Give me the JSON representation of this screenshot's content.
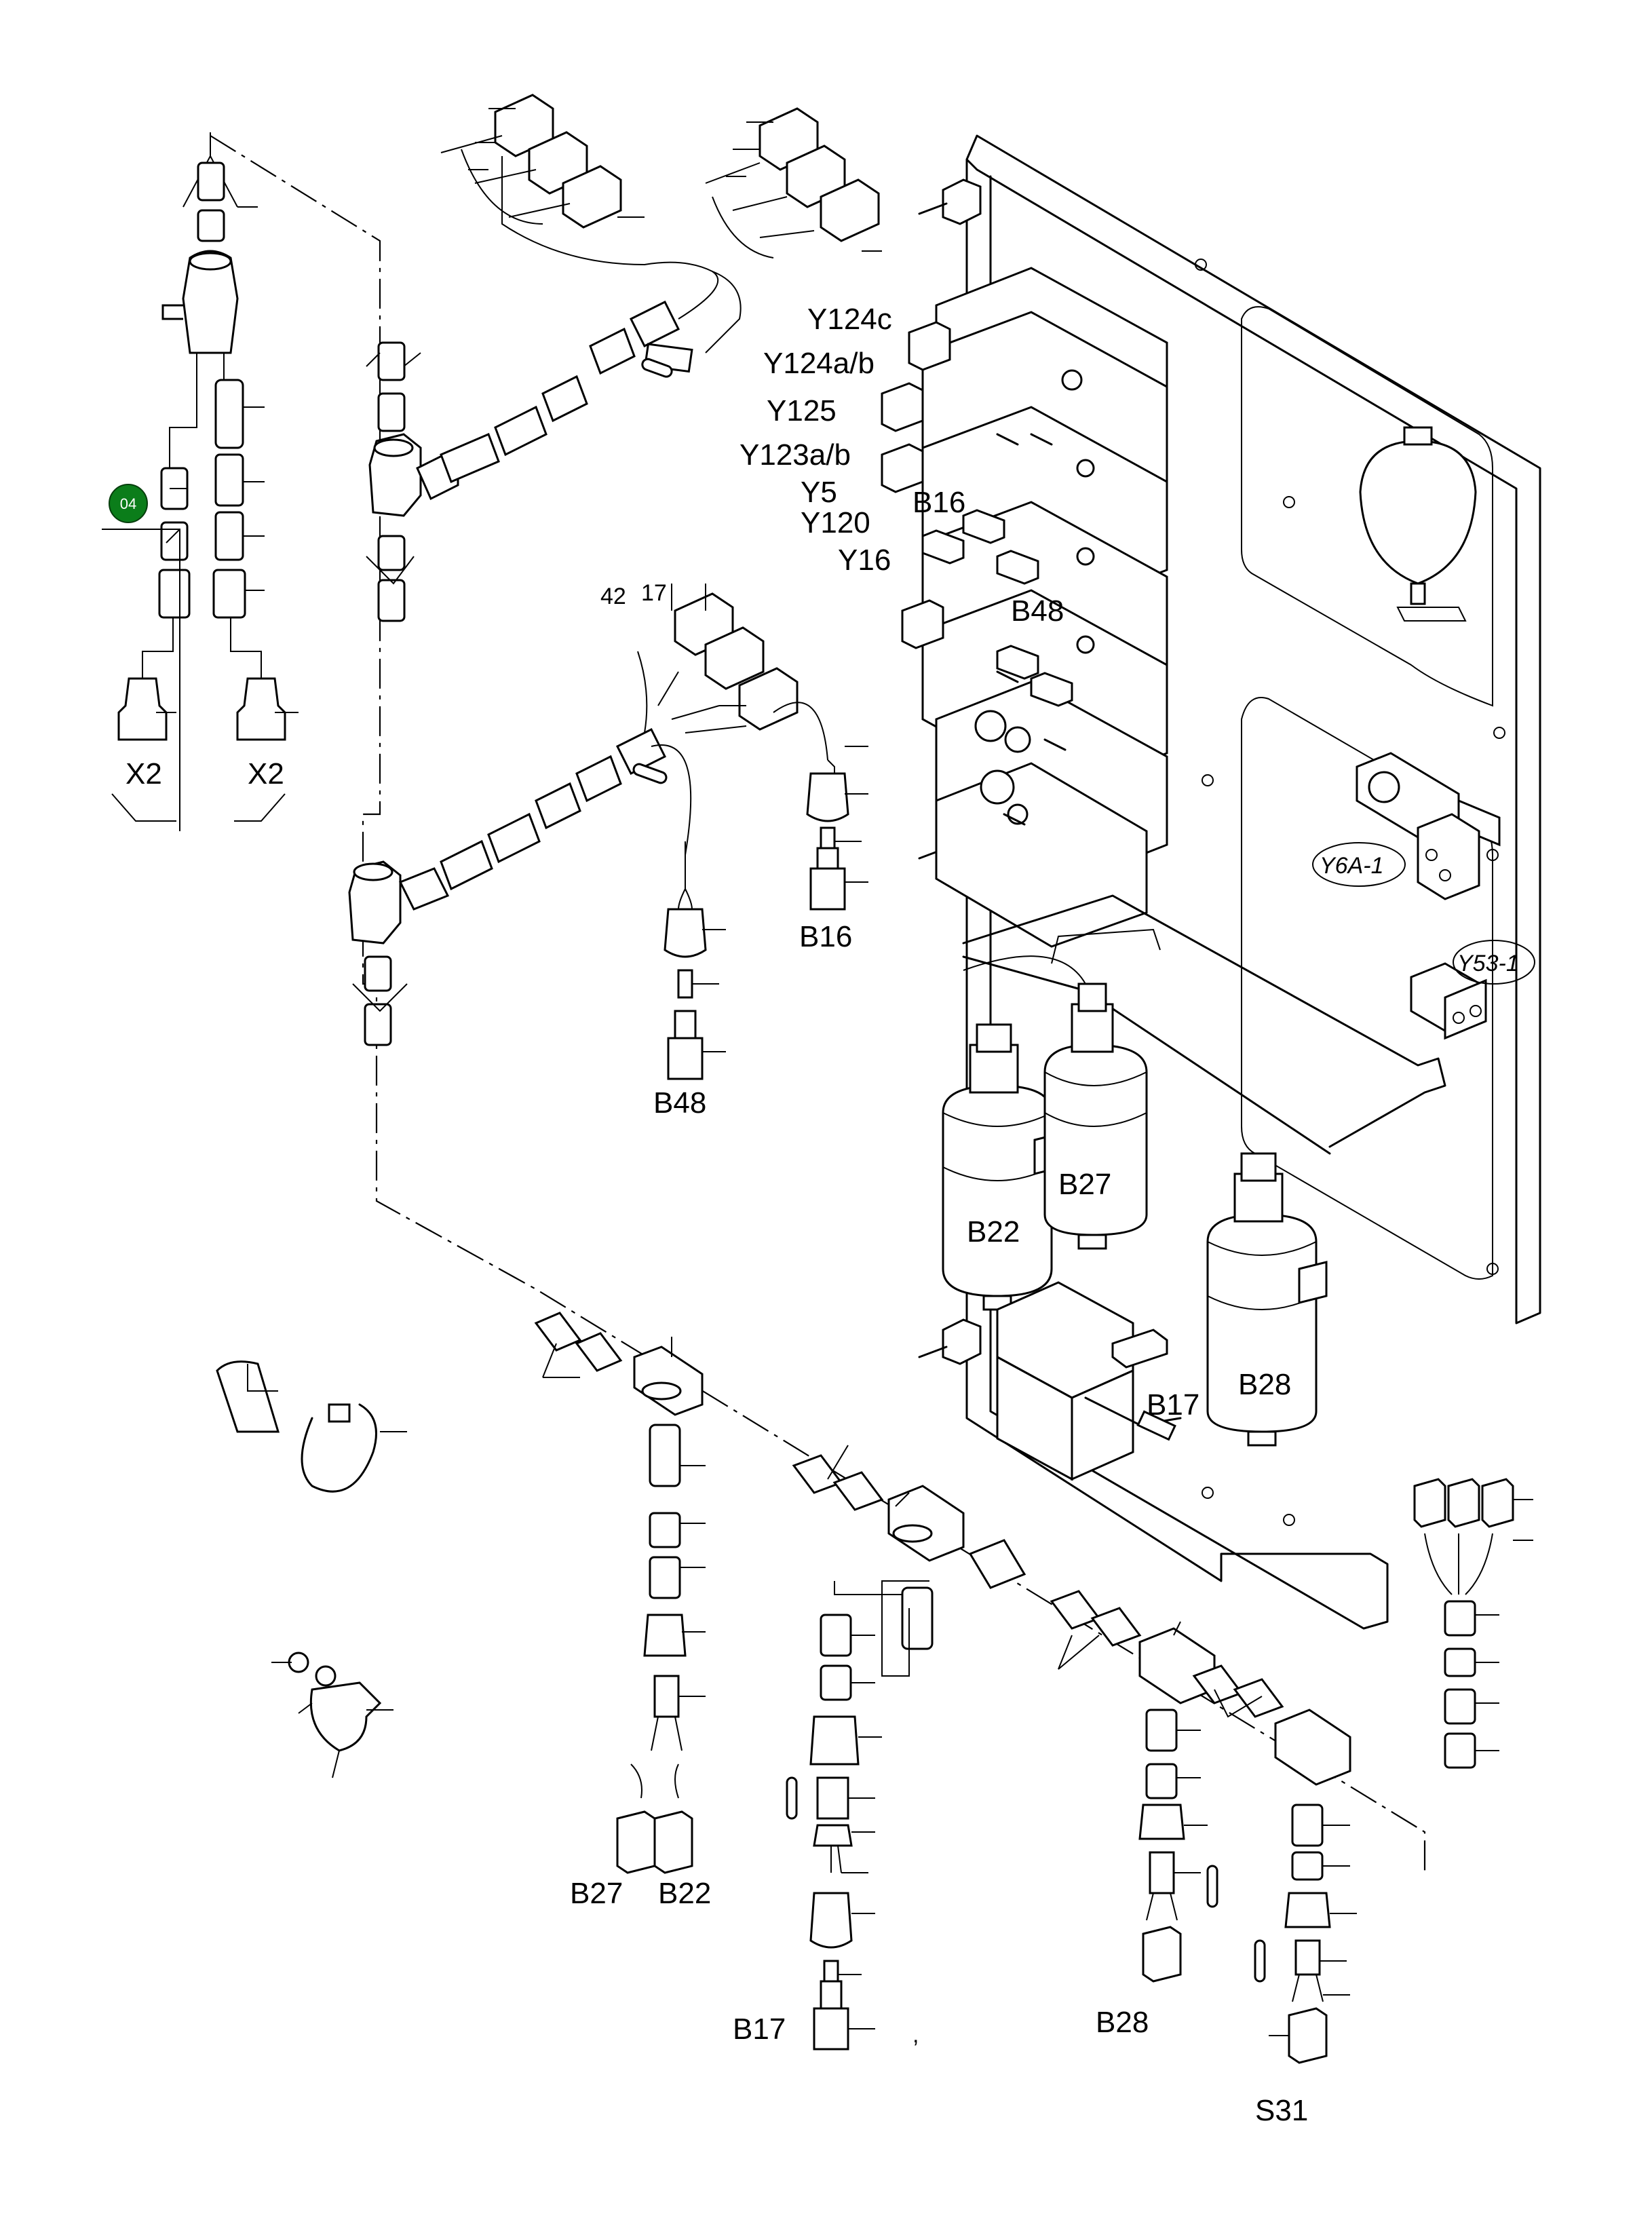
{
  "badge": {
    "text": "04",
    "color": "#0b7d1a"
  },
  "labels": {
    "x2_left": "X2",
    "x2_right": "X2",
    "y124c": "Y124c",
    "y124ab": "Y124a/b",
    "y125": "Y125",
    "y123ab": "Y123a/b",
    "y5": "Y5",
    "b16_valve": "B16",
    "y120": "Y120",
    "y16": "Y16",
    "b48_valve": "B48",
    "n42": "42",
    "n17": "17",
    "b16_sensor": "B16",
    "b48_sensor": "B48",
    "y6a": "Y6A-1",
    "y53": "Y53-1",
    "b27_filter": "B27",
    "b22_filter": "B22",
    "b28_filter": "B28",
    "b17_block": "B17",
    "b27_conn": "B27",
    "b22_conn": "B22",
    "b17_sensor": "B17",
    "comma": ",",
    "b28_conn": "B28",
    "s31": "S31"
  }
}
